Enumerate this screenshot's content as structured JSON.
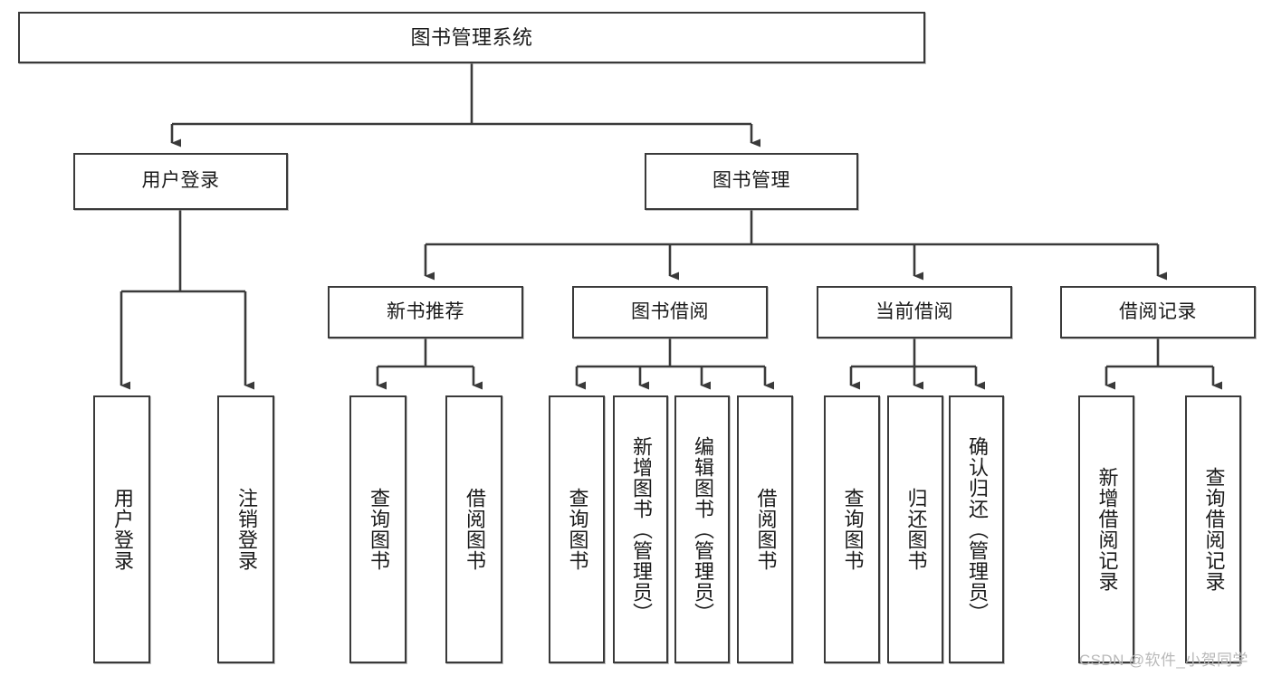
{
  "diagram": {
    "title": "图书管理系统",
    "type": "tree-hierarchy-chart",
    "root": {
      "id": "root",
      "label": "图书管理系统"
    },
    "level2": [
      {
        "id": "user-login",
        "label": "用户登录"
      },
      {
        "id": "book-manage",
        "label": "图书管理"
      }
    ],
    "level3": [
      {
        "id": "new-book-recommend",
        "label": "新书推荐"
      },
      {
        "id": "book-borrow",
        "label": "图书借阅"
      },
      {
        "id": "current-borrow",
        "label": "当前借阅"
      },
      {
        "id": "borrow-record",
        "label": "借阅记录"
      }
    ],
    "leaves": [
      {
        "id": "leaf-user-login",
        "label": "用户登录",
        "parent": "user-login"
      },
      {
        "id": "leaf-logout",
        "label": "注销登录",
        "parent": "user-login"
      },
      {
        "id": "leaf-query-book-1",
        "label": "查询图书",
        "parent": "new-book-recommend"
      },
      {
        "id": "leaf-borrow-book-1",
        "label": "借阅图书",
        "parent": "new-book-recommend"
      },
      {
        "id": "leaf-query-book-2",
        "label": "查询图书",
        "parent": "book-borrow"
      },
      {
        "id": "leaf-add-book",
        "label": "新增图书（管理员）",
        "parent": "book-borrow"
      },
      {
        "id": "leaf-edit-book",
        "label": "编辑图书（管理员）",
        "parent": "book-borrow"
      },
      {
        "id": "leaf-borrow-book-2",
        "label": "借阅图书",
        "parent": "book-borrow"
      },
      {
        "id": "leaf-query-book-3",
        "label": "查询图书",
        "parent": "current-borrow"
      },
      {
        "id": "leaf-return-book",
        "label": "归还图书",
        "parent": "current-borrow"
      },
      {
        "id": "leaf-confirm-return",
        "label": "确认归还（管理员）",
        "parent": "current-borrow"
      },
      {
        "id": "leaf-add-record",
        "label": "新增借阅记录",
        "parent": "borrow-record"
      },
      {
        "id": "leaf-query-record",
        "label": "查询借阅记录",
        "parent": "borrow-record"
      }
    ]
  },
  "watermark": {
    "text": "CSDN @软件_小贺同学"
  },
  "colors": {
    "stroke": "#3a3a3a",
    "text": "#1a1a1a",
    "background": "#ffffff",
    "watermark": "#b9b9b9"
  }
}
